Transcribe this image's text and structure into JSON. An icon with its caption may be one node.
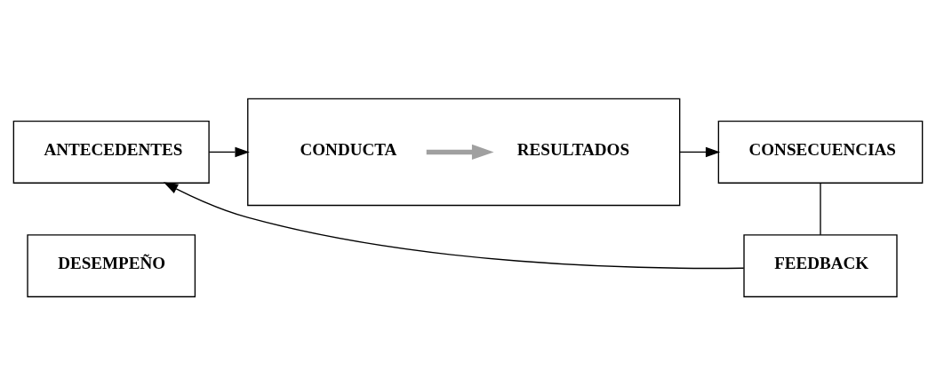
{
  "diagram": {
    "nodes": [
      {
        "text": [
          "DESEMPEÑO"
        ]
      },
      {
        "text": [
          "ANTECEDENTES"
        ]
      },
      {
        "text": [],
        "shape": "box"
      },
      {
        "text": [
          "CONDUCTA"
        ],
        "in": 2
      },
      {
        "text": [
          "RESULTADOS"
        ],
        "in": 2
      },
      {
        "text": [
          "CONSECUENCIAS"
        ]
      },
      {
        "text": [
          "FEEDBACK"
        ]
      }
    ],
    "edges": [
      {
        "from": 1,
        "to": 2,
        "arrow": "to"
      },
      {
        "from": 3,
        "to": 4,
        "arrow": "to",
        "style": "thick",
        "color": "#a0a0a0"
      },
      {
        "from": 2,
        "to": 5,
        "arrow": "to"
      },
      {
        "from": 5,
        "to": 6,
        "arrow": "none"
      },
      {
        "from": 6,
        "to": 1,
        "arrow": "to"
      }
    ]
  }
}
